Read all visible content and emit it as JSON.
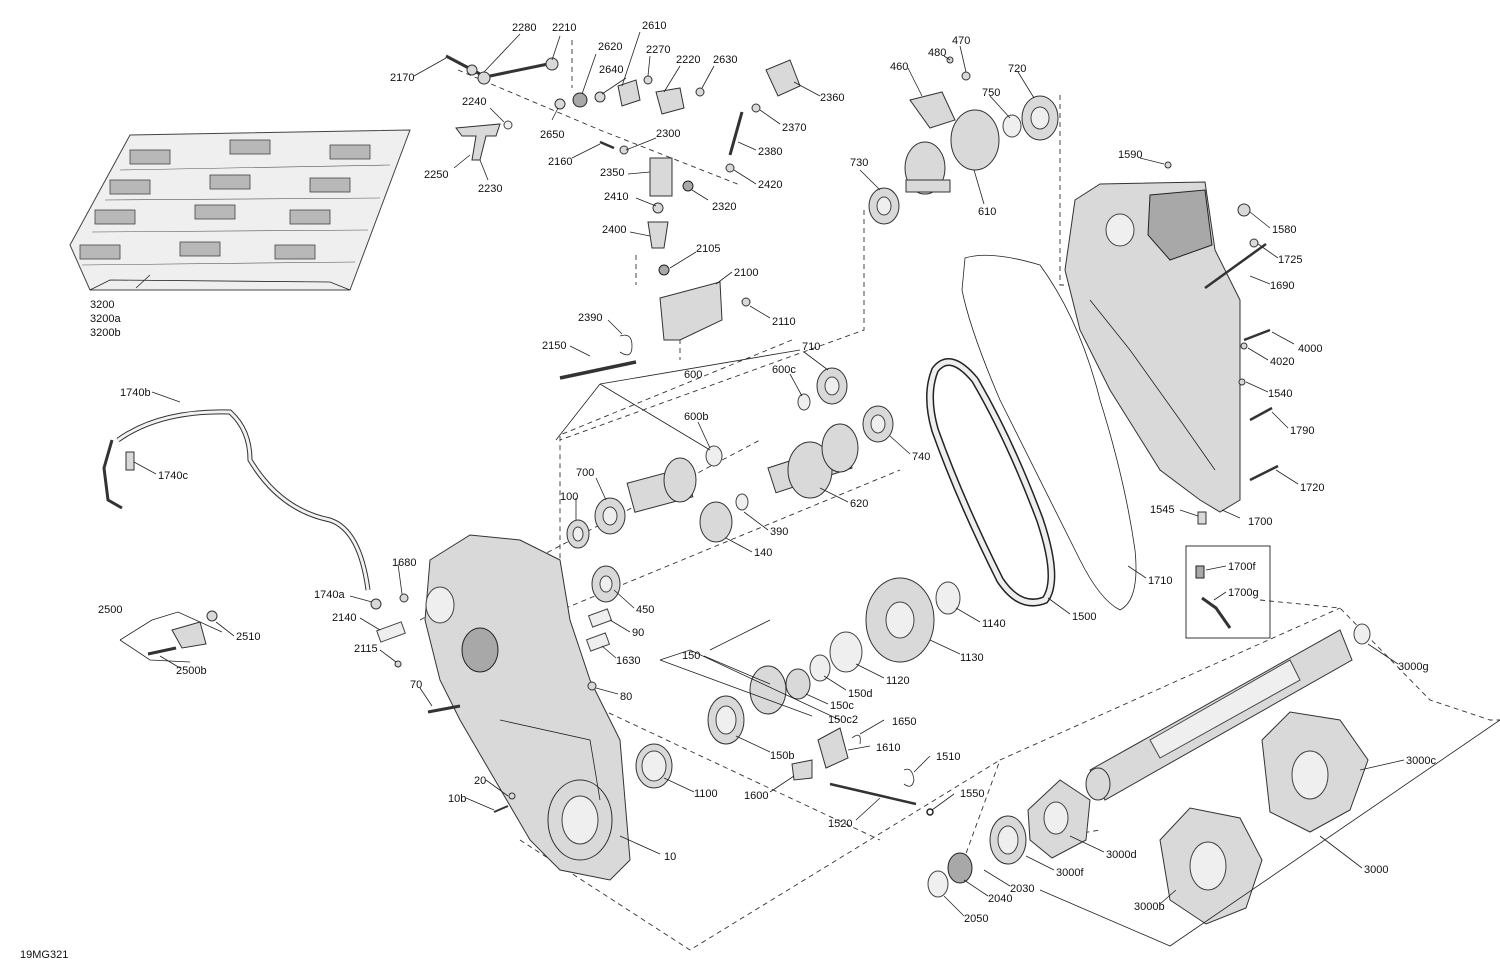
{
  "diagram_code": "19MG321",
  "labels": {
    "l2280": "2280",
    "l2210": "2210",
    "l2610": "2610",
    "l2620": "2620",
    "l2270": "2270",
    "l2640": "2640",
    "l2220": "2220",
    "l2630": "2630",
    "l2170": "2170",
    "l2240": "2240",
    "l2650": "2650",
    "l2160": "2160",
    "l2300": "2300",
    "l2250": "2250",
    "l2230": "2230",
    "l2350": "2350",
    "l2320": "2320",
    "l2410": "2410",
    "l2400": "2400",
    "l2105": "2105",
    "l2100": "2100",
    "l2110": "2110",
    "l2390": "2390",
    "l2150": "2150",
    "l2360": "2360",
    "l2370": "2370",
    "l2380": "2380",
    "l2420": "2420",
    "l3200": "3200",
    "l3200a": "3200a",
    "l3200b": "3200b",
    "l460": "460",
    "l480": "480",
    "l470": "470",
    "l720": "720",
    "l750": "750",
    "l730": "730",
    "l610": "610",
    "l1590": "1590",
    "l1580": "1580",
    "l1725": "1725",
    "l1690": "1690",
    "l4000": "4000",
    "l4020": "4020",
    "l1540": "1540",
    "l1790": "1790",
    "l1720": "1720",
    "l1545": "1545",
    "l1700": "1700",
    "l1700f": "1700f",
    "l1700g": "1700g",
    "l1710": "1710",
    "l1500": "1500",
    "l710": "710",
    "l600c": "600c",
    "l600": "600",
    "l600b": "600b",
    "l740": "740",
    "l620": "620",
    "l700": "700",
    "l100": "100",
    "l390": "390",
    "l140": "140",
    "l1740b": "1740b",
    "l1740c": "1740c",
    "l1680": "1680",
    "l1740a": "1740a",
    "l2140": "2140",
    "l2115": "2115",
    "l70": "70",
    "l450": "450",
    "l90": "90",
    "l1630": "1630",
    "l80": "80",
    "l2500": "2500",
    "l2510": "2510",
    "l2500b": "2500b",
    "l1140": "1140",
    "l1130": "1130",
    "l1120": "1120",
    "l150": "150",
    "l150d": "150d",
    "l150c": "150c",
    "l150c2": "150c2",
    "l1650": "1650",
    "l1610": "1610",
    "l150b": "150b",
    "l1510": "1510",
    "l1600": "1600",
    "l1550": "1550",
    "l1520": "1520",
    "l1100": "1100",
    "l20": "20",
    "l10b": "10b",
    "l10": "10",
    "l3000g": "3000g",
    "l3000c": "3000c",
    "l3000d": "3000d",
    "l3000f": "3000f",
    "l2030": "2030",
    "l2040": "2040",
    "l2050": "2050",
    "l3000": "3000",
    "l3000b": "3000b"
  }
}
